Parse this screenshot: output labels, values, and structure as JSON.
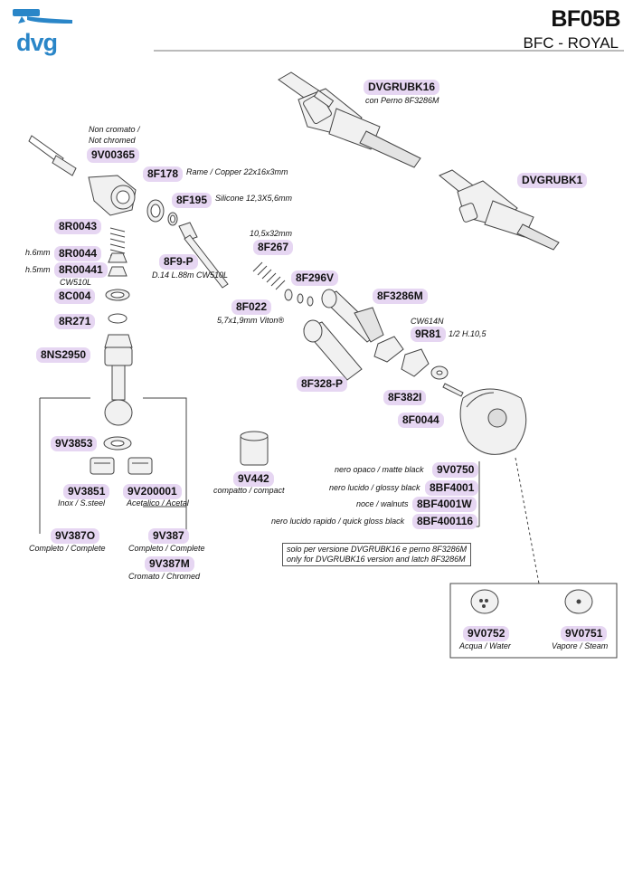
{
  "header": {
    "code": "BF05B",
    "model": "BFC - ROYAL",
    "brand": "dvg"
  },
  "parts": [
    {
      "id": "p1",
      "code": "DVGRUBK16",
      "note": "con Perno 8F3286M"
    },
    {
      "id": "p2",
      "code": "DVGRUBK1"
    },
    {
      "id": "p3",
      "code": "9V00365",
      "note": "Non cromato /",
      "note2": "Not chromed"
    },
    {
      "id": "p4",
      "code": "8F178",
      "note": "Rame / Copper 22x16x3mm"
    },
    {
      "id": "p5",
      "code": "8F195",
      "note": "Silicone 12,3X5,6mm"
    },
    {
      "id": "p6",
      "code": "8R0043"
    },
    {
      "id": "p7",
      "code": "8R0044",
      "note": "h.6mm"
    },
    {
      "id": "p8",
      "code": "8R00441",
      "note": "h.5mm",
      "note2": "CW510L"
    },
    {
      "id": "p9",
      "code": "8F9-P",
      "note": "D.14 L.88m CW510L"
    },
    {
      "id": "p10",
      "code": "8F267",
      "note": "10,5x32mm"
    },
    {
      "id": "p11",
      "code": "8C004"
    },
    {
      "id": "p12",
      "code": "8F296V"
    },
    {
      "id": "p13",
      "code": "8F022",
      "note": "5,7x1,9mm Viton®"
    },
    {
      "id": "p14",
      "code": "8F3286M"
    },
    {
      "id": "p15",
      "code": "8R271"
    },
    {
      "id": "p16",
      "code": "9R81",
      "note": "CW614N",
      "note2": "1/2 H.10,5"
    },
    {
      "id": "p17",
      "code": "8NS2950"
    },
    {
      "id": "p18",
      "code": "8F328-P"
    },
    {
      "id": "p19",
      "code": "8F382I"
    },
    {
      "id": "p20",
      "code": "8F0044"
    },
    {
      "id": "p21",
      "code": "9V3853"
    },
    {
      "id": "p22",
      "code": "9V3851",
      "note": "Inox / S.steel"
    },
    {
      "id": "p23",
      "code": "9V200001",
      "note": "Acetalico / Acetal"
    },
    {
      "id": "p24",
      "code": "9V442",
      "note": "compatto / compact"
    },
    {
      "id": "p25",
      "code": "9V0750",
      "note": "nero opaco / matte black"
    },
    {
      "id": "p26",
      "code": "8BF4001",
      "note": "nero lucido / glossy black"
    },
    {
      "id": "p27",
      "code": "8BF4001W",
      "note": "noce / walnuts"
    },
    {
      "id": "p28",
      "code": "8BF400116",
      "note": "nero lucido rapido / quick gloss black"
    },
    {
      "id": "p29",
      "code": "9V387O",
      "note": "Completo / Complete"
    },
    {
      "id": "p30",
      "code": "9V387",
      "note": "Completo / Complete"
    },
    {
      "id": "p31",
      "code": "9V387M",
      "note": "Cromato / Chromed"
    },
    {
      "id": "p32",
      "code": "9V0752",
      "note": "Acqua / Water"
    },
    {
      "id": "p33",
      "code": "9V0751",
      "note": "Vapore / Steam"
    }
  ],
  "callout": {
    "line1": "solo per versione DVGRUBK16 e perno 8F3286M",
    "line2": "only for DVGRUBK16 version and latch 8F3286M"
  }
}
